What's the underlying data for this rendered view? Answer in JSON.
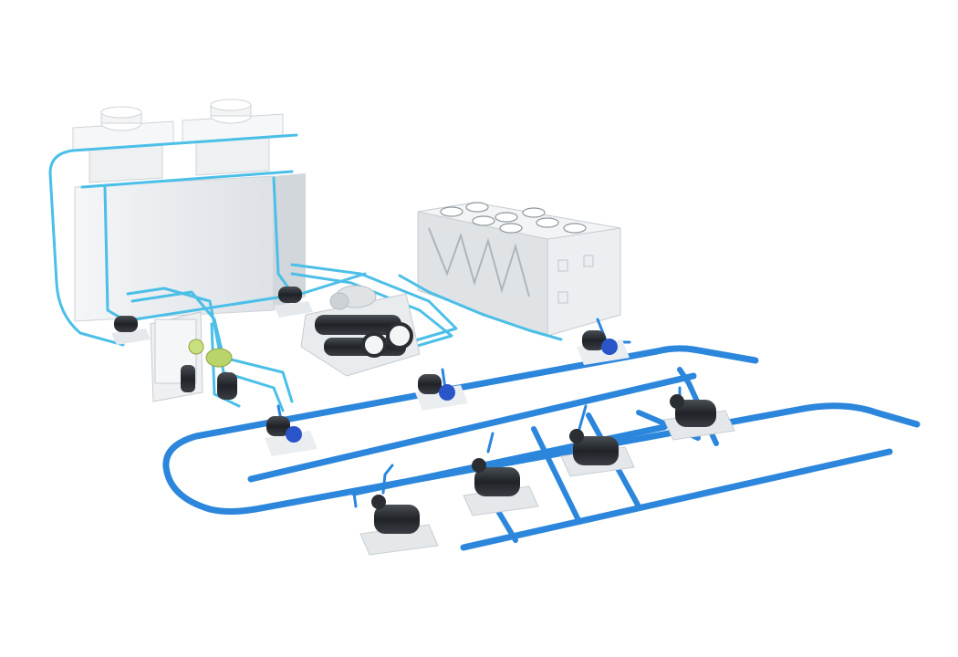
{
  "scene": {
    "components": [
      {
        "id": "cooling-tower-unit",
        "kind": "cooling-tower",
        "fans": 2
      },
      {
        "id": "air-cooled-chiller",
        "kind": "air-cooled-chiller",
        "fans": 8
      },
      {
        "id": "water-cooled-chiller",
        "kind": "water-cooled-chiller"
      },
      {
        "id": "heat-exchanger-unit",
        "kind": "heat-exchanger"
      }
    ],
    "pumps_small": 4,
    "pumps_large": 4,
    "colors": {
      "background": "#ffffff",
      "condenser_pipe": "#4bbfe8",
      "chilled_pipe": "#2b86dc",
      "chilled_pipe_dark": "#1e6fc0",
      "equipment_body": "#e9ecef",
      "equipment_shadow": "#c8cdd2",
      "motor": "#2a2e33",
      "pump_volute": "#2a55c8"
    }
  }
}
